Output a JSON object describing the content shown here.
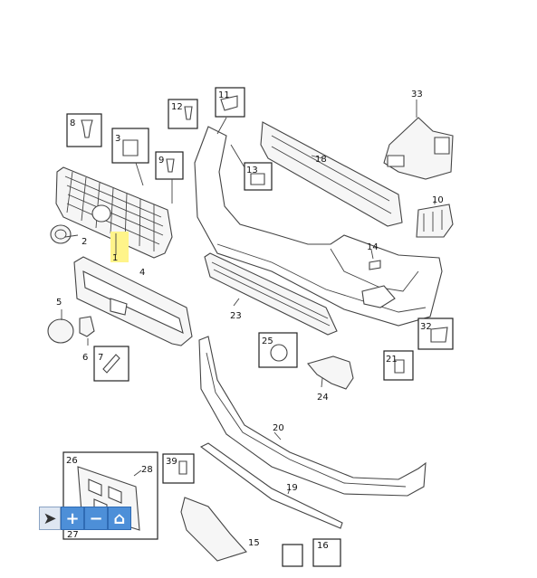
{
  "parts": [
    {
      "id": "n1",
      "label": "1"
    },
    {
      "id": "n2",
      "label": "2"
    },
    {
      "id": "n3",
      "label": "3"
    },
    {
      "id": "n4",
      "label": "4"
    },
    {
      "id": "n5",
      "label": "5"
    },
    {
      "id": "n6",
      "label": "6"
    },
    {
      "id": "n7",
      "label": "7"
    },
    {
      "id": "n8",
      "label": "8"
    },
    {
      "id": "n9",
      "label": "9"
    },
    {
      "id": "n10",
      "label": "10"
    },
    {
      "id": "n11",
      "label": "11"
    },
    {
      "id": "n12",
      "label": "12"
    },
    {
      "id": "n13",
      "label": "13"
    },
    {
      "id": "n14",
      "label": "14"
    },
    {
      "id": "n15",
      "label": "15"
    },
    {
      "id": "n16",
      "label": "16"
    },
    {
      "id": "n18",
      "label": "18"
    },
    {
      "id": "n19",
      "label": "19"
    },
    {
      "id": "n20",
      "label": "20"
    },
    {
      "id": "n21",
      "label": "21"
    },
    {
      "id": "n23",
      "label": "23"
    },
    {
      "id": "n24",
      "label": "24"
    },
    {
      "id": "n25",
      "label": "25"
    },
    {
      "id": "n26",
      "label": "26"
    },
    {
      "id": "n27",
      "label": "27"
    },
    {
      "id": "n28",
      "label": "28"
    },
    {
      "id": "n32",
      "label": "32"
    },
    {
      "id": "n33",
      "label": "33"
    },
    {
      "id": "n39",
      "label": "39"
    }
  ],
  "highlighted_part": "1",
  "toolbar": {
    "tools": [
      {
        "name": "pointer-tool",
        "icon": "cursor-arrow-icon",
        "glyph": "➤",
        "selected": true
      },
      {
        "name": "zoom-in",
        "icon": "plus-icon",
        "glyph": "+"
      },
      {
        "name": "zoom-out",
        "icon": "minus-icon",
        "glyph": "−"
      },
      {
        "name": "home",
        "icon": "home-icon",
        "glyph": "⌂"
      }
    ]
  },
  "colors": {
    "highlight": "#fff48a",
    "toolbar": "#4d8fd8"
  }
}
